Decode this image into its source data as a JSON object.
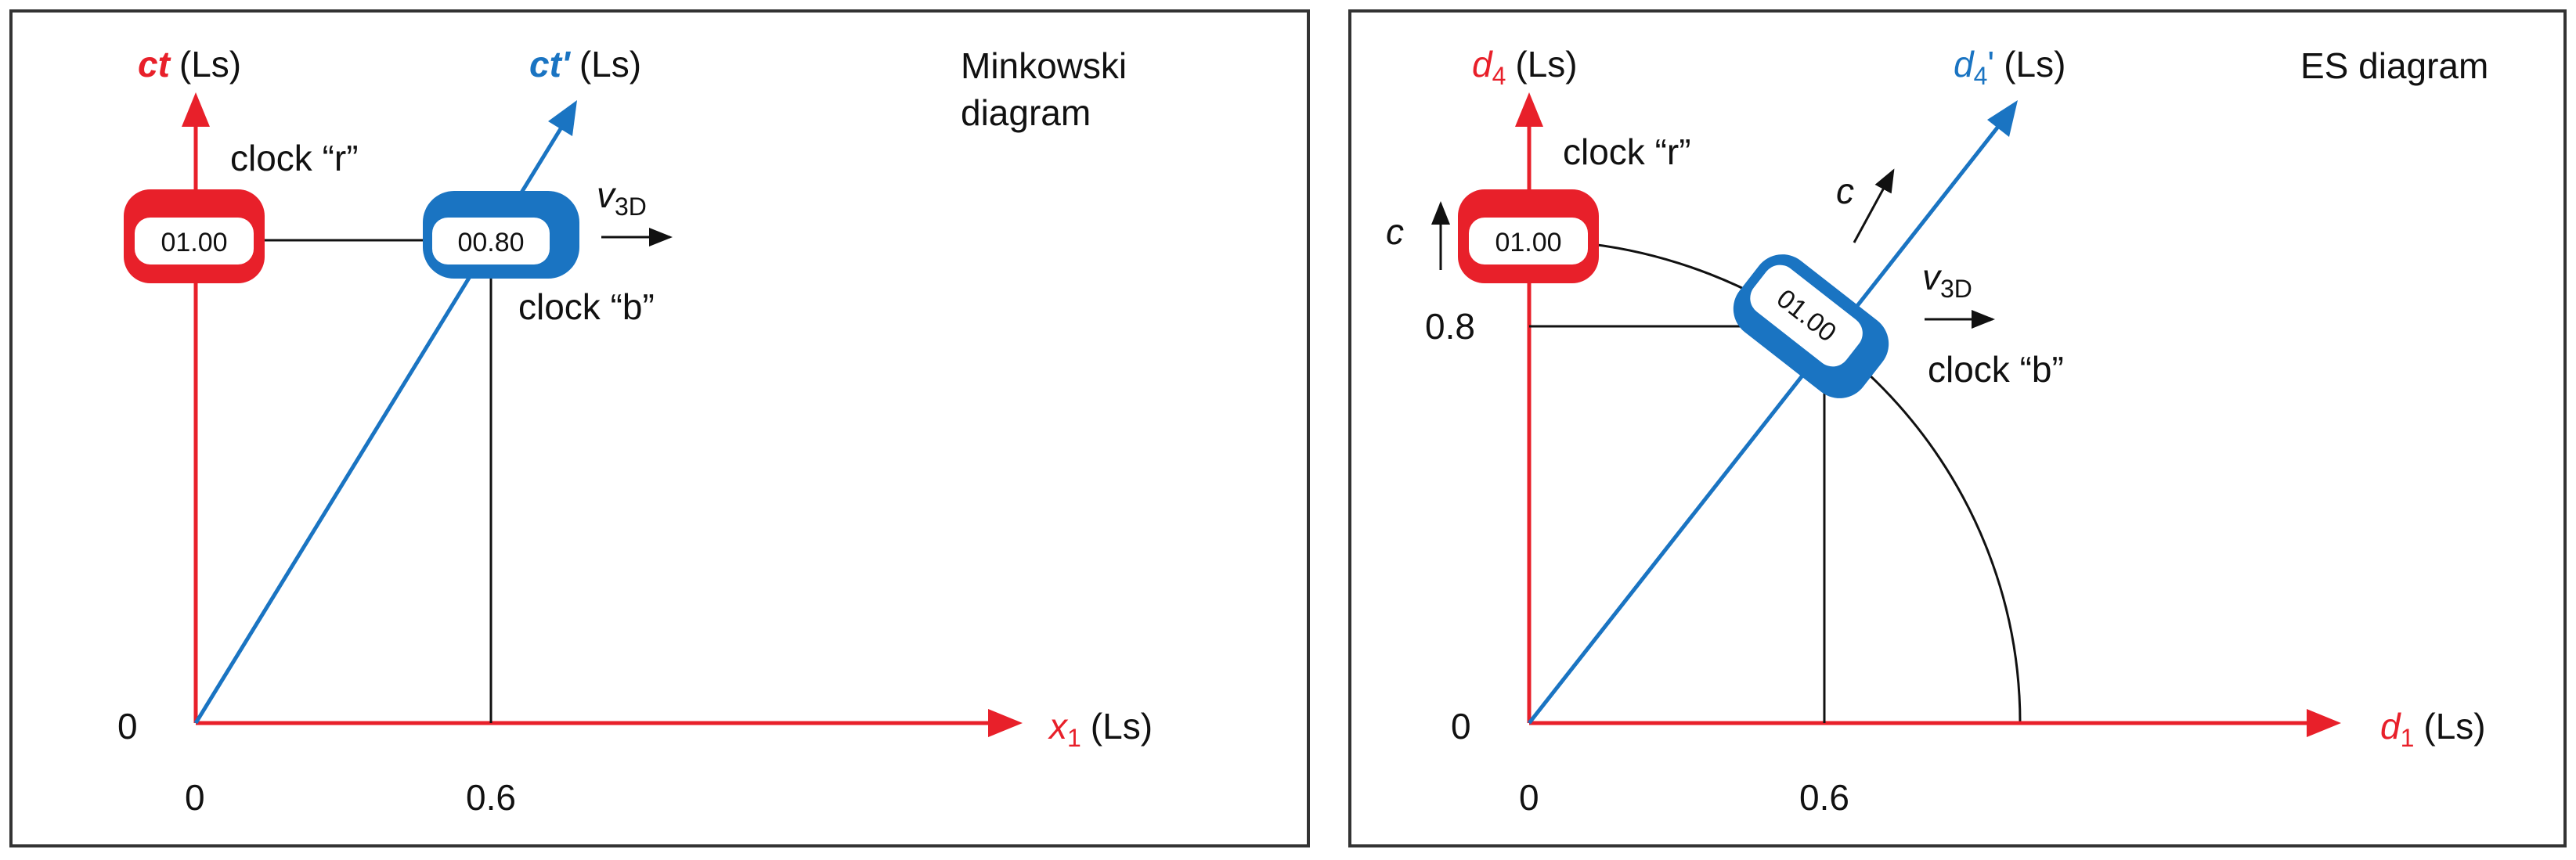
{
  "colors": {
    "red": "#e8202a",
    "blue": "#1a74c2",
    "black": "#111111",
    "frame": "#333333"
  },
  "left": {
    "title_line1": "Minkowski",
    "title_line2": "diagram",
    "y_axis_var": "ct",
    "y_axis_unit": "(Ls)",
    "x_axis_var": "x",
    "x_axis_sub": "1",
    "x_axis_unit": "(Ls)",
    "oblique_axis_var": "ct'",
    "oblique_axis_unit": "(Ls)",
    "origin_y_label": "0",
    "origin_x_label": "0",
    "x_tick_label": "0.6",
    "clock_r_label": "clock “r”",
    "clock_r_reading": "01.00",
    "clock_b_label": "clock “b”",
    "clock_b_reading": "00.80",
    "velocity_var": "v",
    "velocity_sub": "3D"
  },
  "right": {
    "title": "ES diagram",
    "y_axis_var": "d",
    "y_axis_sub": "4",
    "y_axis_unit": "(Ls)",
    "x_axis_var": "d",
    "x_axis_sub": "1",
    "x_axis_unit": "(Ls)",
    "oblique_axis_var": "d",
    "oblique_axis_sub": "4",
    "oblique_axis_prime": "'",
    "oblique_axis_unit": "(Ls)",
    "origin_y_label": "0",
    "origin_x_label": "0",
    "x_tick_label": "0.6",
    "y_tick_label": "0.8",
    "clock_r_label": "clock “r”",
    "clock_r_reading": "01.00",
    "clock_b_label": "clock “b”",
    "clock_b_reading": "01.00",
    "c_label_left": "c",
    "c_label_oblique": "c",
    "velocity_var": "v",
    "velocity_sub": "3D"
  }
}
